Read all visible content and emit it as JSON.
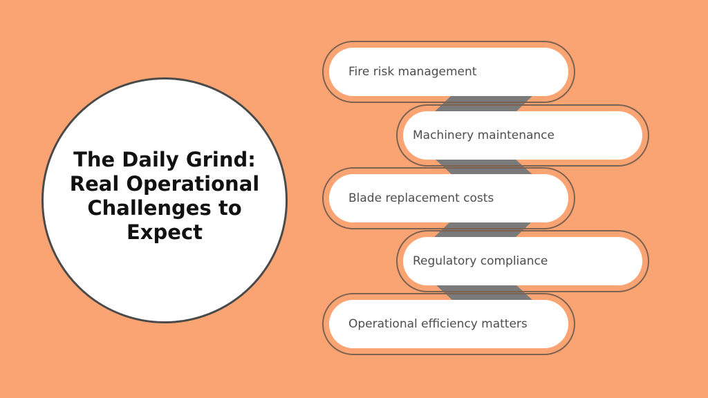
{
  "title": "The Daily Grind: Real Operational Challenges to Expect",
  "colors": {
    "background": "#F9A472",
    "pill": "#FFFFFF",
    "connector": "#7A7A7A",
    "circle_border": "#4A4A4A"
  },
  "items": [
    {
      "label": "Fire risk management"
    },
    {
      "label": "Machinery maintenance"
    },
    {
      "label": "Blade replacement costs"
    },
    {
      "label": "Regulatory compliance"
    },
    {
      "label": "Operational efficiency matters"
    }
  ]
}
